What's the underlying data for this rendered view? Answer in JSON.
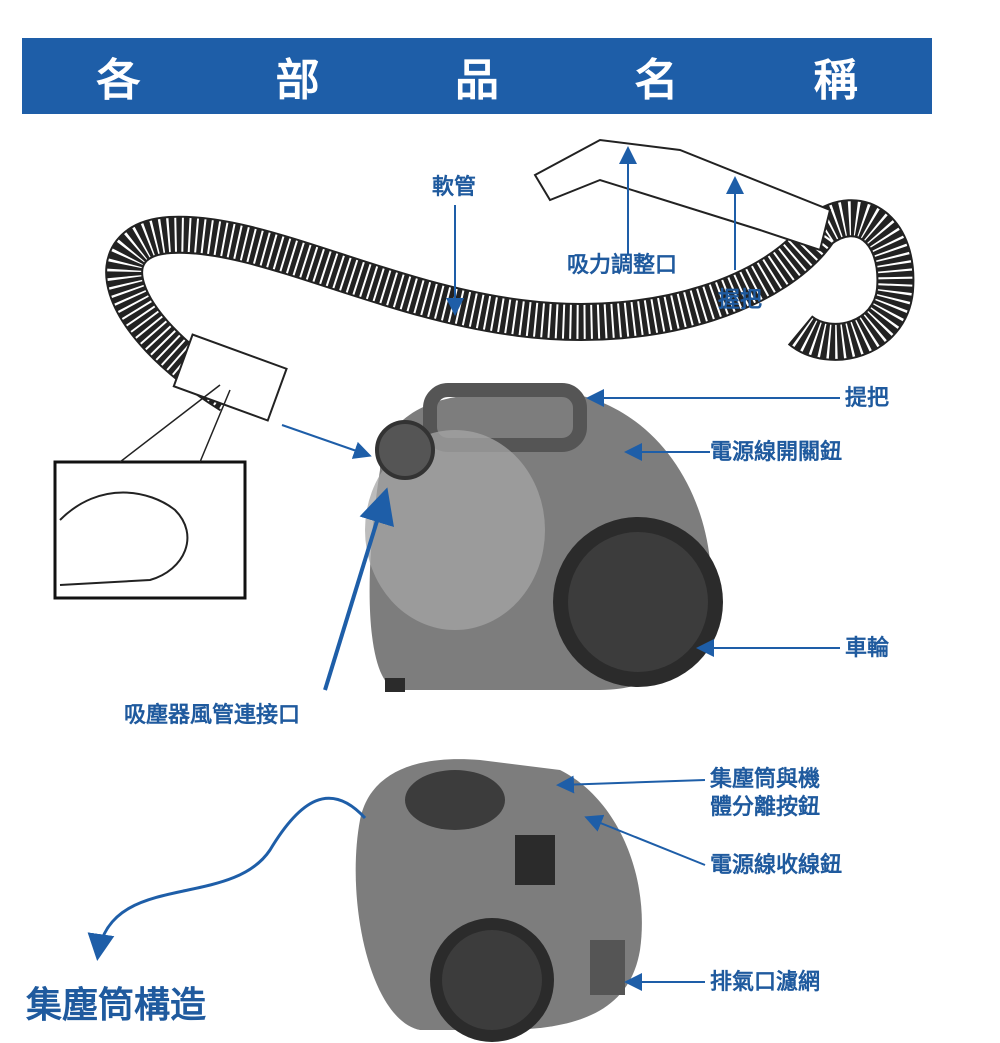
{
  "header": {
    "title": "各 部 品 名 稱"
  },
  "labels": {
    "hose": "軟管",
    "suction": "吸力調整口",
    "grip": "握把",
    "handle": "提把",
    "power_btn": "電源線開關鈕",
    "wheel": "車輪",
    "inlet": "吸塵器風管連接口",
    "release1": "集塵筒與機",
    "release2": "體分離按鈕",
    "rewind": "電源線收線鈕",
    "filter": "排氣口濾網",
    "dust_bin": "集塵筒構造"
  },
  "colors": {
    "band": "#1e5ea8",
    "text": "#1f5a9e",
    "body": "#7d7d7d",
    "dark": "#2b2b2b"
  }
}
